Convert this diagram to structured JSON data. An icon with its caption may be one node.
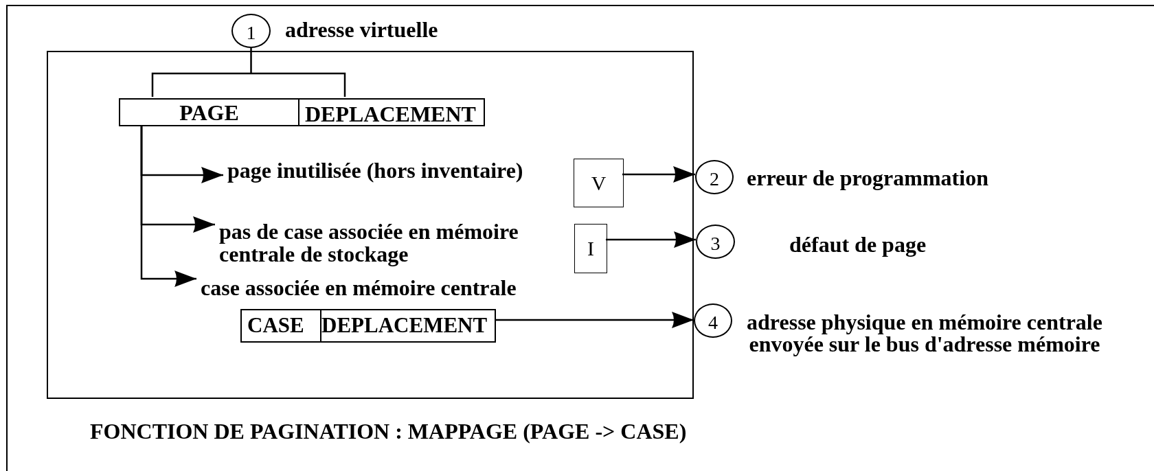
{
  "diagram": {
    "caption": "FONCTION DE PAGINATION : MAPPAGE (PAGE -> CASE)",
    "nodes": [
      {
        "text": [
          "1"
        ],
        "beside": [
          "adresse virtuelle"
        ]
      },
      {
        "text": [],
        "shape": "box"
      },
      {
        "text": [
          "PAGE",
          "DEPLACEMENT"
        ],
        "in": 1
      },
      {
        "text": [
          "page inutilisée (hors inventaire)"
        ],
        "in": 1
      },
      {
        "text": [
          "pas de case associée en mémoire centrale de stockage"
        ],
        "in": 1
      },
      {
        "text": [
          "case associée en mémoire centrale"
        ],
        "in": 1
      },
      {
        "text": [
          "V"
        ],
        "in": 1
      },
      {
        "text": [
          "I"
        ],
        "in": 1
      },
      {
        "text": [
          "CASE",
          "DEPLACEMENT"
        ],
        "in": 1
      },
      {
        "text": [
          "2"
        ],
        "beside": [
          "erreur de programmation"
        ]
      },
      {
        "text": [
          "3"
        ],
        "beside": [
          "défaut de page"
        ]
      },
      {
        "text": [
          "4"
        ],
        "beside": [
          "adresse physique en mémoire centrale envoyée sur le bus d'adresse mémoire"
        ]
      }
    ],
    "edges": [
      {
        "from": 0,
        "to": 2,
        "arrow": "none"
      },
      {
        "from": 2,
        "to": 3,
        "arrow": "to"
      },
      {
        "from": 2,
        "to": 4,
        "arrow": "to"
      },
      {
        "from": 2,
        "to": 5,
        "arrow": "to"
      },
      {
        "from": 6,
        "to": 9,
        "arrow": "to"
      },
      {
        "from": 7,
        "to": 10,
        "arrow": "to"
      },
      {
        "from": 8,
        "to": 11,
        "arrow": "to"
      }
    ]
  }
}
